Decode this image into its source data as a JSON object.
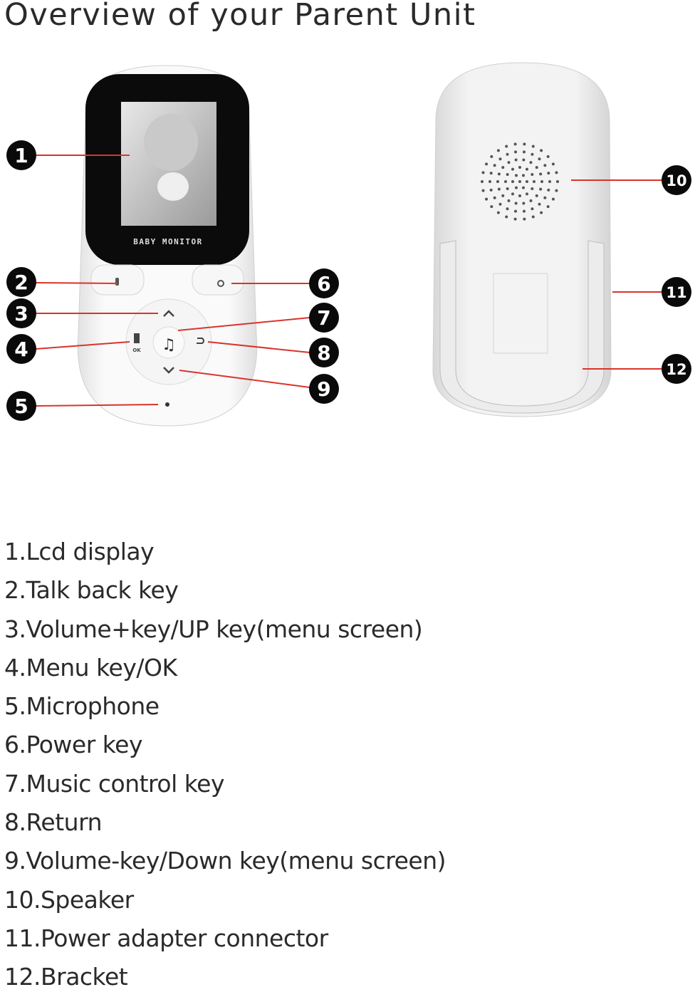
{
  "title": "Overview of your Parent Unit",
  "screen_label": "BABY MONITOR",
  "callouts": [
    "1",
    "2",
    "3",
    "4",
    "5",
    "6",
    "7",
    "8",
    "9",
    "10",
    "11",
    "12"
  ],
  "legend": [
    "1.Lcd display",
    "2.Talk back key",
    "3.Volume+key/UP key(menu screen)",
    "4.Menu key/OK",
    "5.Microphone",
    "6.Power key",
    "7.Music control key",
    "8.Return",
    "9.Volume-key/Down key(menu screen)",
    "10.Speaker",
    "11.Power adapter connector",
    "12.Bracket"
  ],
  "colors": {
    "leader_line": "#d9342b",
    "callout_fill": "#0a0a0a",
    "device_body": "#f4f4f4"
  }
}
